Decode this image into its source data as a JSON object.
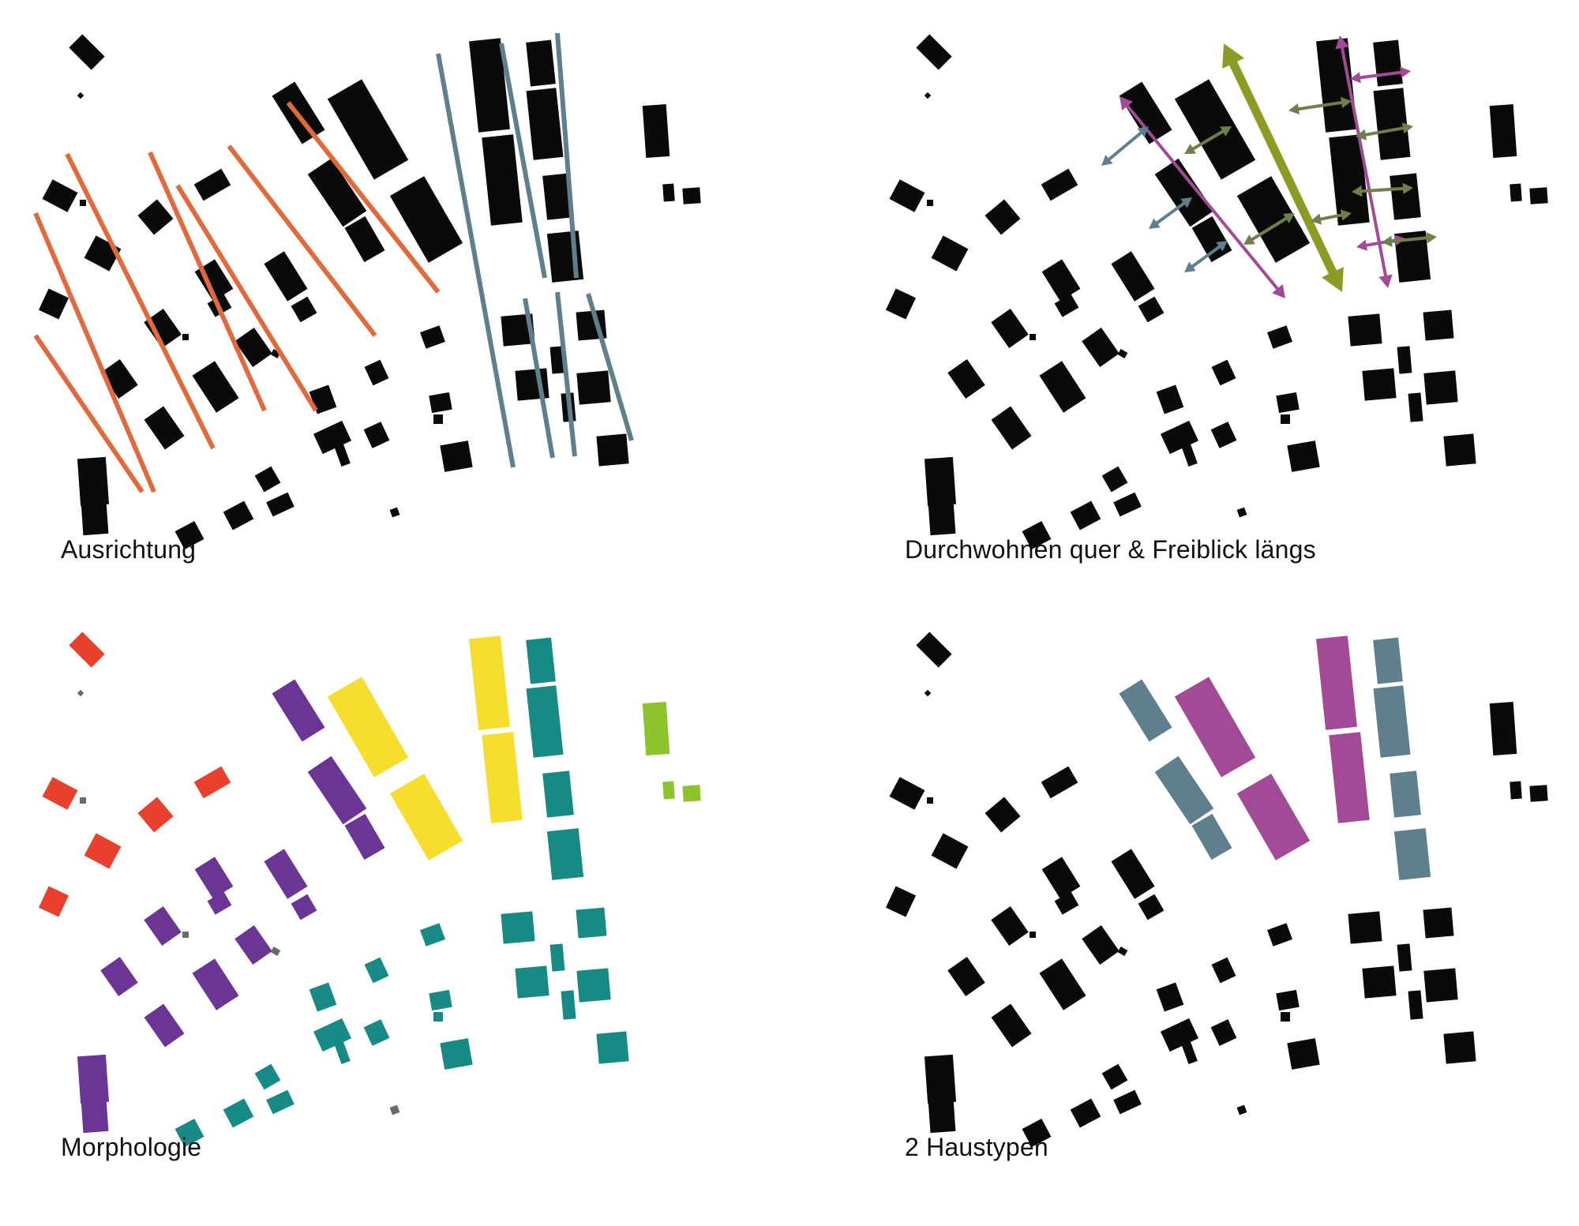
{
  "panels": [
    {
      "caption": "Ausrichtung"
    },
    {
      "caption": "Durchwohnen quer & Freiblick längs"
    },
    {
      "caption": "Morphologie"
    },
    {
      "caption": "2 Haustypen"
    }
  ],
  "colors": {
    "background": "#ffffff",
    "building": "#0a0a0a",
    "orientation_line_orange": "#e06a3c",
    "orientation_line_slate": "#5f7f8c",
    "through_living_arrow_violet": "#a24a95",
    "view_arrow_olive": "#8d9a23",
    "side_arrow_olive_grey": "#6f7f4a",
    "side_arrow_slate": "#5f7f8c",
    "morph_red": "#e8402c",
    "morph_purple": "#6b3595",
    "morph_yellow": "#f7dd2e",
    "morph_teal": "#188a86",
    "morph_green": "#8dc42c",
    "morph_grey": "#6a6a6a",
    "type_magenta": "#a24a95",
    "type_slate": "#5f7f8c"
  }
}
